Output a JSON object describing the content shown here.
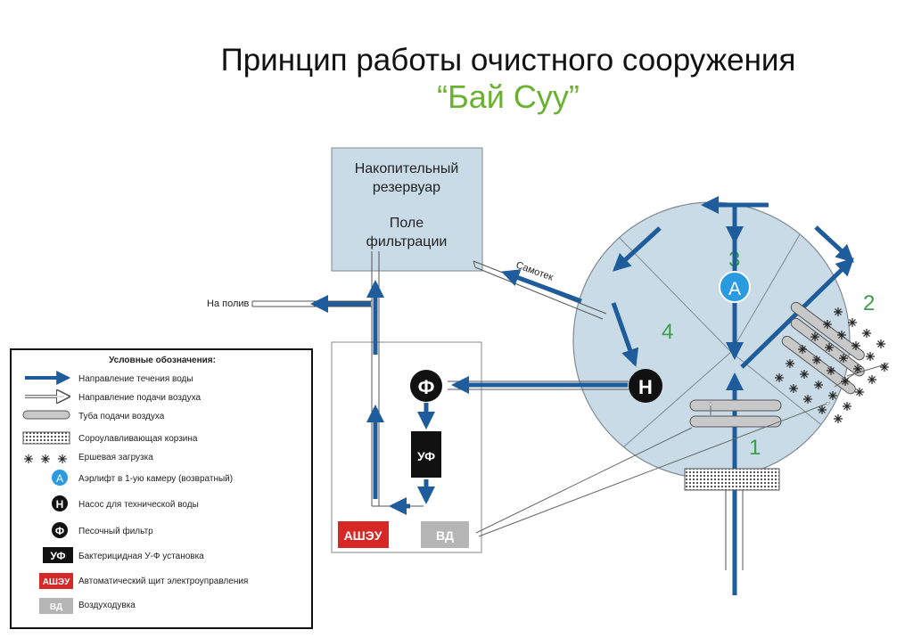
{
  "title": {
    "line1": "Принцип работы очистного сооружения",
    "line2": "“Бай Суу”"
  },
  "reservoir": {
    "line1": "Накопительный",
    "line2": "резервуар",
    "line3": "Поле",
    "line4": "фильтрации"
  },
  "labels": {
    "irrigation": "На полив",
    "gravity_flow": "Самотек"
  },
  "chambers": [
    "1",
    "2",
    "3",
    "4"
  ],
  "equipment": {
    "airlift": "А",
    "pump": "Н",
    "sand_filter": "Ф",
    "uv": "УФ",
    "control_panel": "АШЭУ",
    "blower": "ВД"
  },
  "legend": {
    "title": "Условные обозначения:",
    "items": [
      "Направление течения воды",
      "Направление подачи воздуха",
      "Туба подачи воздуха",
      "Сороулавливающая корзина",
      "Ершевая загрузка",
      "Аэрлифт в 1-ую камеру (возвратный)",
      "Насос для технической воды",
      "Песочный фильтр",
      "Бактерицидная У-Ф установка",
      "Автоматический щит электроуправления",
      "Воздуходувка"
    ],
    "symbols": [
      "А",
      "Н",
      "Ф",
      "УФ",
      "АШЭУ",
      "ВД"
    ]
  },
  "colors": {
    "water": "#1f5c9c",
    "chamber_fill": "#c8dbe6",
    "green_numbers": "#3aa047",
    "control_panel": "#d72828",
    "blower": "#b5b5b5",
    "airlift": "#2a9be0"
  }
}
